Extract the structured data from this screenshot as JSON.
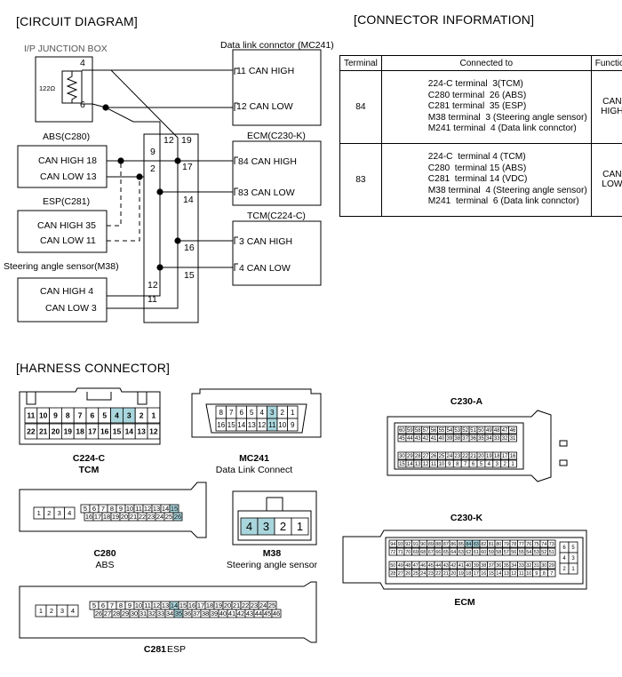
{
  "sections": {
    "circuit": "[CIRCUIT DIAGRAM]",
    "connector_info": "[CONNECTOR INFORMATION]",
    "harness": "[HARNESS CONNECTOR]"
  },
  "circuit": {
    "ipjb": {
      "title": "I/P JUNCTION BOX",
      "pin_top": "4",
      "pin_bottom": "6",
      "resistor": "122Ω"
    },
    "mc241": {
      "title": "Data link connctor (MC241)",
      "pin1": "11 CAN HIGH",
      "pin2": "12 CAN LOW"
    },
    "abs": {
      "title": "ABS(C280)",
      "pin1": "CAN HIGH  18",
      "pin2": "CAN LOW  13"
    },
    "esp": {
      "title": "ESP(C281)",
      "pin1": "CAN HIGH  35",
      "pin2": "CAN LOW  11"
    },
    "steer": {
      "title": "Steering angle sensor(M38)",
      "pin1": "CAN HIGH  4",
      "pin2": "CAN LOW  3"
    },
    "ecm": {
      "title": "ECM(C230-K)",
      "pin1": "84  CAN HIGH",
      "pin2": "83  CAN LOW"
    },
    "tcm": {
      "title": "TCM(C224-C)",
      "pin1": "3  CAN HIGH",
      "pin2": "4  CAN LOW"
    },
    "bus_numbers": [
      "9",
      "12",
      "19",
      "2",
      "17",
      "14",
      "16",
      "15",
      "12",
      "11"
    ]
  },
  "connector_table": {
    "headers": [
      "Terminal",
      "Connected to",
      "Function"
    ],
    "rows": [
      {
        "terminal": "84",
        "connected": "224-C terminal  3(TCM)\nC280 terminal  26 (ABS)\nC281 terminal  35 (ESP)\nM38 terminal  3 (Steering angle sensor)\nM241 terminal  4 (Data link connctor)",
        "function": "CAN HIGH"
      },
      {
        "terminal": "83",
        "connected": "224-C  terminal 4 (TCM)\nC280  terminal 15 (ABS)\nC281  terminal 14 (VDC)\nM38 terminal  4 (Steering angle sensor)\nM241  terminal  6 (Data link connctor)",
        "function": "CAN LOW"
      }
    ]
  },
  "harness": {
    "c224c": {
      "name": "C224-C",
      "sub": "TCM",
      "top": [
        "11",
        "10",
        "9",
        "8",
        "7",
        "6",
        "5",
        "4",
        "3",
        "2",
        "1"
      ],
      "bottom": [
        "22",
        "21",
        "20",
        "19",
        "18",
        "17",
        "16",
        "15",
        "14",
        "13",
        "12"
      ]
    },
    "mc241": {
      "name": "MC241",
      "sub": "Data Link Connect",
      "top": [
        "8",
        "7",
        "6",
        "5",
        "4",
        "3",
        "2",
        "1"
      ],
      "bottom": [
        "16",
        "15",
        "14",
        "13",
        "12",
        "11",
        "10",
        "9"
      ]
    },
    "c280": {
      "name": "C280",
      "sub": "ABS",
      "row1a": [
        "1",
        "2",
        "3",
        "4"
      ],
      "row1b": [
        "5",
        "6",
        "7",
        "8",
        "9",
        "10",
        "11",
        "12",
        "13",
        "14",
        "15"
      ],
      "row2": [
        "16",
        "17",
        "18",
        "19",
        "20",
        "21",
        "22",
        "23",
        "24",
        "25",
        "26"
      ]
    },
    "m38": {
      "name": "M38",
      "sub": "Steering angle sensor",
      "pins": [
        "4",
        "3",
        "2",
        "1"
      ]
    },
    "c281": {
      "name": "C281",
      "sub": "ESP",
      "row1a": [
        "1",
        "2",
        "3",
        "4"
      ],
      "row1b": [
        "5",
        "6",
        "7",
        "8",
        "9",
        "10",
        "11",
        "12",
        "13",
        "14",
        "15",
        "16",
        "17",
        "18",
        "19",
        "20",
        "21",
        "22",
        "23",
        "24",
        "25"
      ],
      "row2": [
        "26",
        "27",
        "28",
        "29",
        "30",
        "31",
        "32",
        "33",
        "34",
        "35",
        "36",
        "37",
        "38",
        "39",
        "40",
        "41",
        "42",
        "43",
        "44",
        "45",
        "46"
      ]
    },
    "c230a": {
      "name": "C230-A",
      "r1": [
        "60",
        "59",
        "58",
        "57",
        "56",
        "55",
        "54",
        "53",
        "52",
        "51",
        "50",
        "49",
        "48",
        "47",
        "46"
      ],
      "r2": [
        "45",
        "44",
        "43",
        "42",
        "41",
        "40",
        "39",
        "38",
        "37",
        "36",
        "35",
        "34",
        "33",
        "32",
        "31"
      ],
      "r3": [
        "30",
        "29",
        "28",
        "27",
        "26",
        "25",
        "24",
        "23",
        "22",
        "21",
        "20",
        "19",
        "18",
        "17",
        "16"
      ],
      "r4": [
        "15",
        "14",
        "13",
        "12",
        "11",
        "10",
        "9",
        "8",
        "7",
        "6",
        "5",
        "4",
        "3",
        "2",
        "1"
      ]
    },
    "c230k": {
      "name": "C230-K",
      "sub": "ECM",
      "r1": [
        "94",
        "93",
        "92",
        "91",
        "90",
        "89",
        "88",
        "87",
        "86",
        "85",
        "84",
        "83",
        "82",
        "81",
        "80",
        "79",
        "78",
        "77",
        "76",
        "75",
        "74",
        "73"
      ],
      "r2": [
        "72",
        "71",
        "70",
        "69",
        "68",
        "67",
        "66",
        "65",
        "64",
        "63",
        "62",
        "61",
        "60",
        "59",
        "58",
        "57",
        "56",
        "55",
        "54",
        "53",
        "52",
        "51"
      ],
      "r3": [
        "50",
        "49",
        "48",
        "47",
        "46",
        "45",
        "44",
        "43",
        "42",
        "41",
        "40",
        "39",
        "38",
        "37",
        "36",
        "35",
        "34",
        "33",
        "32",
        "31",
        "30",
        "29"
      ],
      "r4": [
        "28",
        "27",
        "26",
        "25",
        "24",
        "23",
        "22",
        "21",
        "20",
        "19",
        "18",
        "17",
        "16",
        "15",
        "14",
        "13",
        "12",
        "11",
        "10",
        "9",
        "8",
        "7"
      ],
      "side": [
        "6",
        "5",
        "4",
        "3",
        "2",
        "1"
      ]
    }
  },
  "colors": {
    "line": "#000000",
    "highlight": "#a9d6dd"
  }
}
